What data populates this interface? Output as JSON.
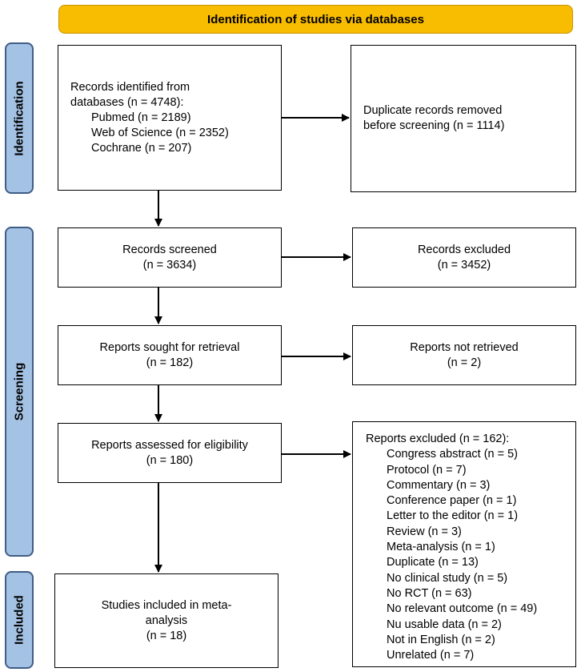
{
  "header": {
    "title": "Identification of studies via databases"
  },
  "phases": {
    "identification": "Identification",
    "screening": "Screening",
    "included": "Included"
  },
  "boxes": {
    "records_identified": {
      "line1": "Records identified from",
      "line2": "databases (n = 4748):",
      "sources": [
        "Pubmed (n = 2189)",
        "Web of Science (n = 2352)",
        "Cochrane (n = 207)"
      ]
    },
    "duplicates_removed": {
      "line1": "Duplicate records removed",
      "line2": "before screening (n = 1114)"
    },
    "records_screened": {
      "line1": "Records screened",
      "line2": "(n = 3634)"
    },
    "records_excluded": {
      "line1": "Records excluded",
      "line2": "(n = 3452)"
    },
    "reports_sought": {
      "line1": "Reports sought for retrieval",
      "line2": "(n = 182)"
    },
    "reports_not_retrieved": {
      "line1": "Reports not retrieved",
      "line2": "(n = 2)"
    },
    "reports_assessed": {
      "line1": "Reports assessed for eligibility",
      "line2": "(n = 180)"
    },
    "reports_excluded": {
      "title": "Reports excluded (n = 162):",
      "reasons": [
        "Congress abstract (n = 5)",
        "Protocol (n = 7)",
        "Commentary (n = 3)",
        "Conference paper (n = 1)",
        "Letter to the editor (n = 1)",
        "Review (n = 3)",
        "Meta-analysis (n = 1)",
        "Duplicate (n = 13)",
        "No clinical study (n = 5)",
        "No RCT (n = 63)",
        "No relevant outcome (n = 49)",
        "Nu usable data (n = 2)",
        "Not in English (n = 2)",
        "Unrelated (n = 7)"
      ]
    },
    "studies_included": {
      "line1": "Studies included in meta-",
      "line2": "analysis",
      "line3": "(n = 18)"
    }
  }
}
